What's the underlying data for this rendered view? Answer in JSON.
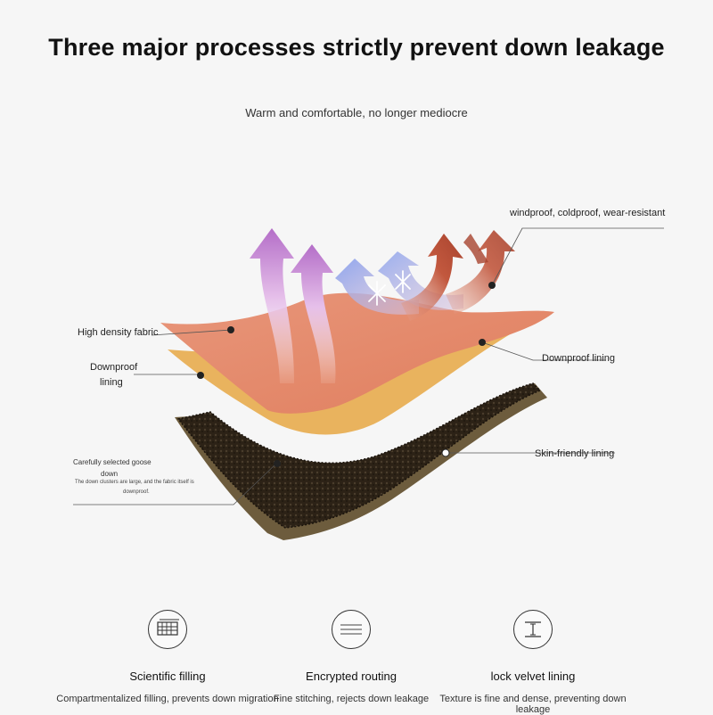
{
  "header": {
    "title": "Three major processes strictly prevent down leakage",
    "subtitle": "Warm and comfortable, no longer mediocre"
  },
  "diagram": {
    "labels": {
      "windproof": "windproof, coldproof, wear-resistant",
      "high_density": "High density fabric",
      "downproof_left_1": "Downproof",
      "downproof_left_2": "lining",
      "downproof_right": "Downproof lining",
      "skin_friendly": "Skin-friendly lining",
      "goose_title": "Carefully selected goose",
      "goose_title_2": "down",
      "goose_desc_1": "The down clusters are large, and the fabric itself is",
      "goose_desc_2": "downproof."
    },
    "colors": {
      "top_fabric": "#e58a6c",
      "lining": "#e9b25e",
      "down_layer": "#2e2418",
      "base_layer": "#6b5a3c",
      "warm_arrow": "#c78ad1",
      "cold_arrow": "#8ea4e8",
      "wind_arrow": "#c0553a"
    },
    "icons": [
      "snowflake-icon",
      "snowflake-icon"
    ]
  },
  "features": [
    {
      "icon": "grid-filling-icon",
      "title": "Scientific filling",
      "desc": "Compartmentalized filling, prevents down migration"
    },
    {
      "icon": "stitch-lines-icon",
      "title": "Encrypted routing",
      "desc": "Fine stitching, rejects down leakage"
    },
    {
      "icon": "velvet-lock-icon",
      "title": "lock velvet lining",
      "desc": "Texture is fine and dense, preventing down leakage"
    }
  ]
}
